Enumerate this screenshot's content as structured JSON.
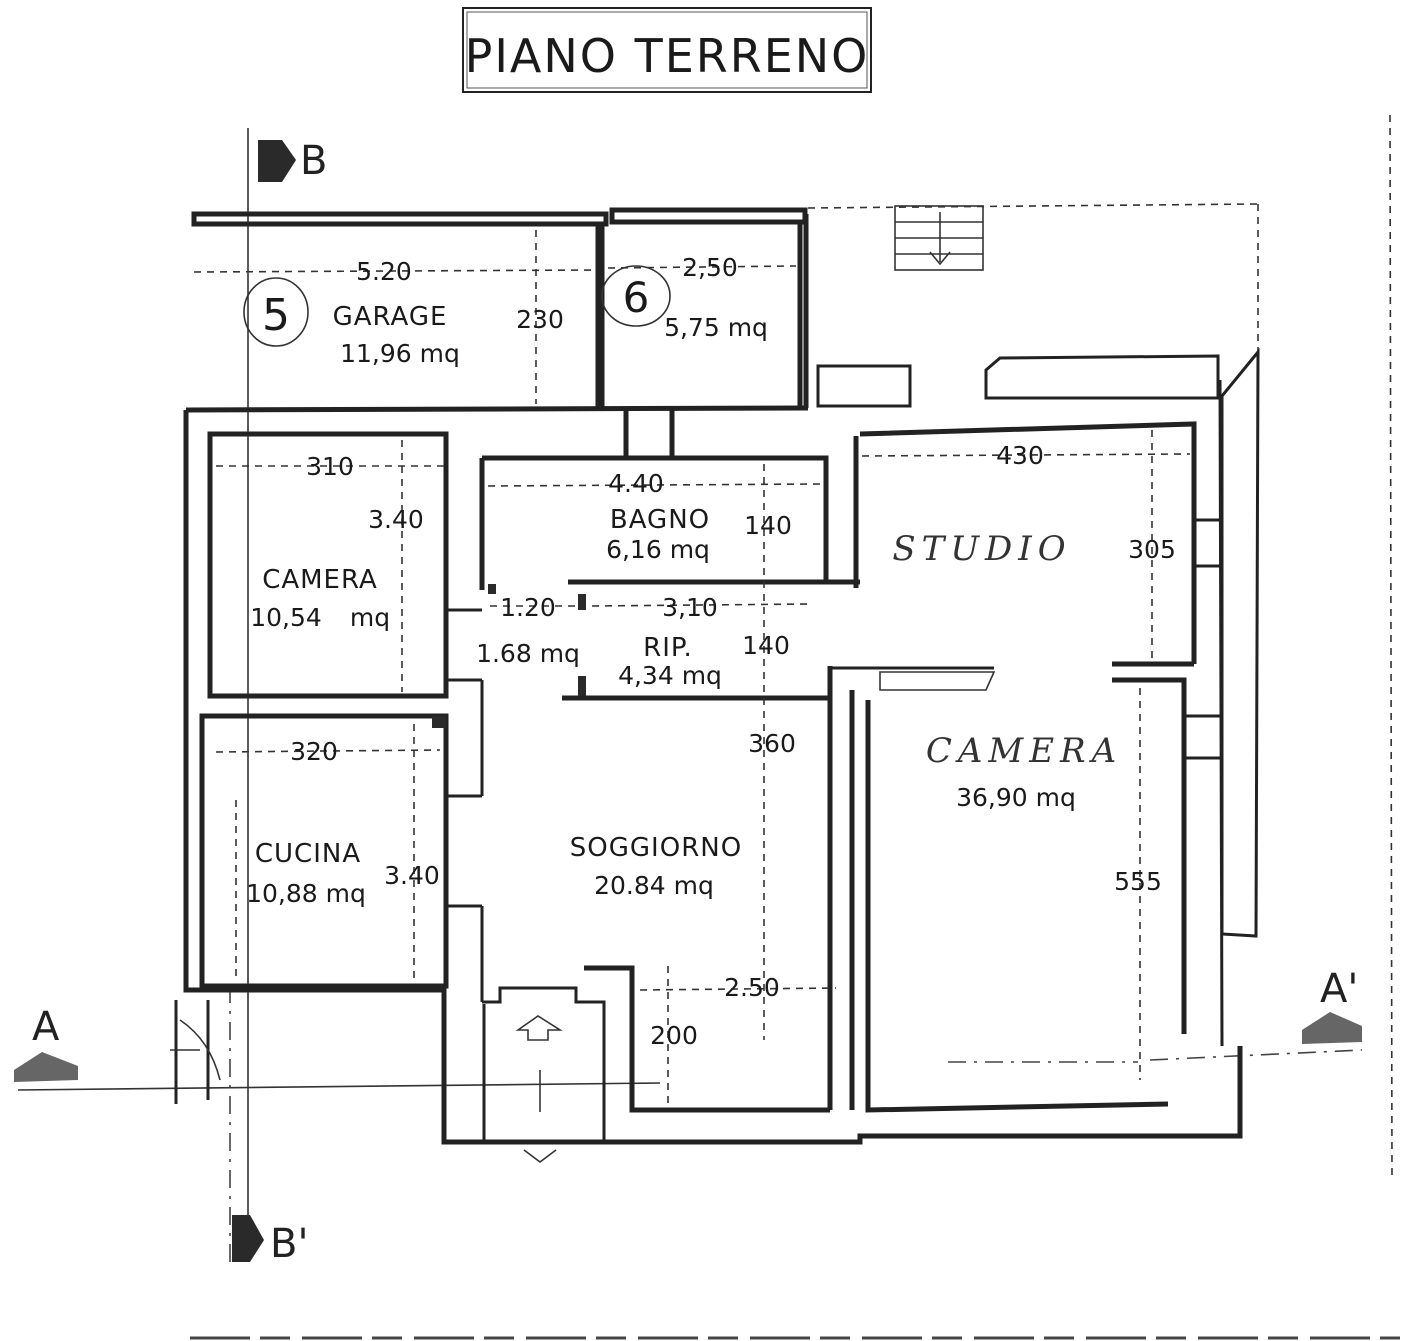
{
  "title": "PIANO TERRENO",
  "sections": {
    "b_top": "B",
    "b_bottom": "B'",
    "a_left": "A",
    "a_right": "A'"
  },
  "rooms": {
    "garage": {
      "number": "5",
      "name": "GARAGE",
      "area": "11,96 mq",
      "dim_width": "5.20",
      "dim_depth": "230"
    },
    "storage": {
      "number": "6",
      "area": "5,75 mq",
      "dim_width": "2,50"
    },
    "camera_small": {
      "name": "CAMERA",
      "area_value": "10,54",
      "area_unit": "mq",
      "dim_width": "310",
      "dim_depth": "3.40"
    },
    "bagno": {
      "name": "BAGNO",
      "area": "6,16 mq",
      "dim_width": "4.40",
      "dim_depth": "140"
    },
    "corridor": {
      "area": "1.68 mq",
      "dim_width": "1.20"
    },
    "rip": {
      "name": "RIP.",
      "area": "4,34 mq",
      "dim_width": "3,10",
      "dim_depth": "140"
    },
    "studio": {
      "name": "STUDIO",
      "dim_width": "430",
      "dim_depth": "305"
    },
    "camera_large": {
      "name": "CAMERA",
      "area": "36,90 mq",
      "dim_depth": "555"
    },
    "cucina": {
      "name": "CUCINA",
      "area": "10,88 mq",
      "dim_width": "320",
      "dim_depth": "3.40"
    },
    "soggiorno": {
      "name": "SOGGIORNO",
      "area": "20.84 mq",
      "dim_depth": "360",
      "dim_width": "2.50",
      "dim_entry": "200"
    }
  }
}
